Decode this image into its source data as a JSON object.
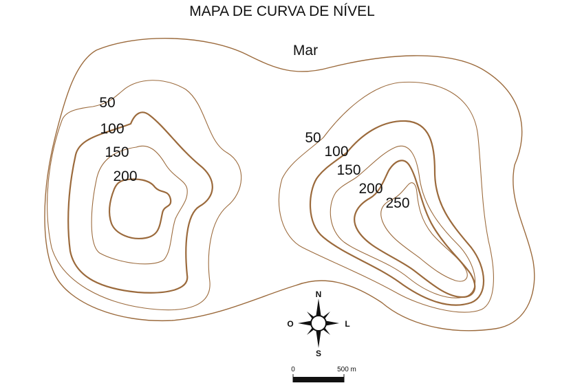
{
  "title": "MAPA DE CURVA DE NÍVEL",
  "sea_label": "Mar",
  "contour_labels": {
    "left_hill": [
      "50",
      "100",
      "150",
      "200"
    ],
    "right_hill": [
      "50",
      "100",
      "150",
      "200",
      "250"
    ]
  },
  "compass": {
    "north": "N",
    "south": "S",
    "east": "L",
    "west": "O"
  },
  "scale_bar": {
    "start": "0",
    "end": "500 m"
  },
  "colors": {
    "contour": "#9b6a3c",
    "text": "#111111"
  }
}
